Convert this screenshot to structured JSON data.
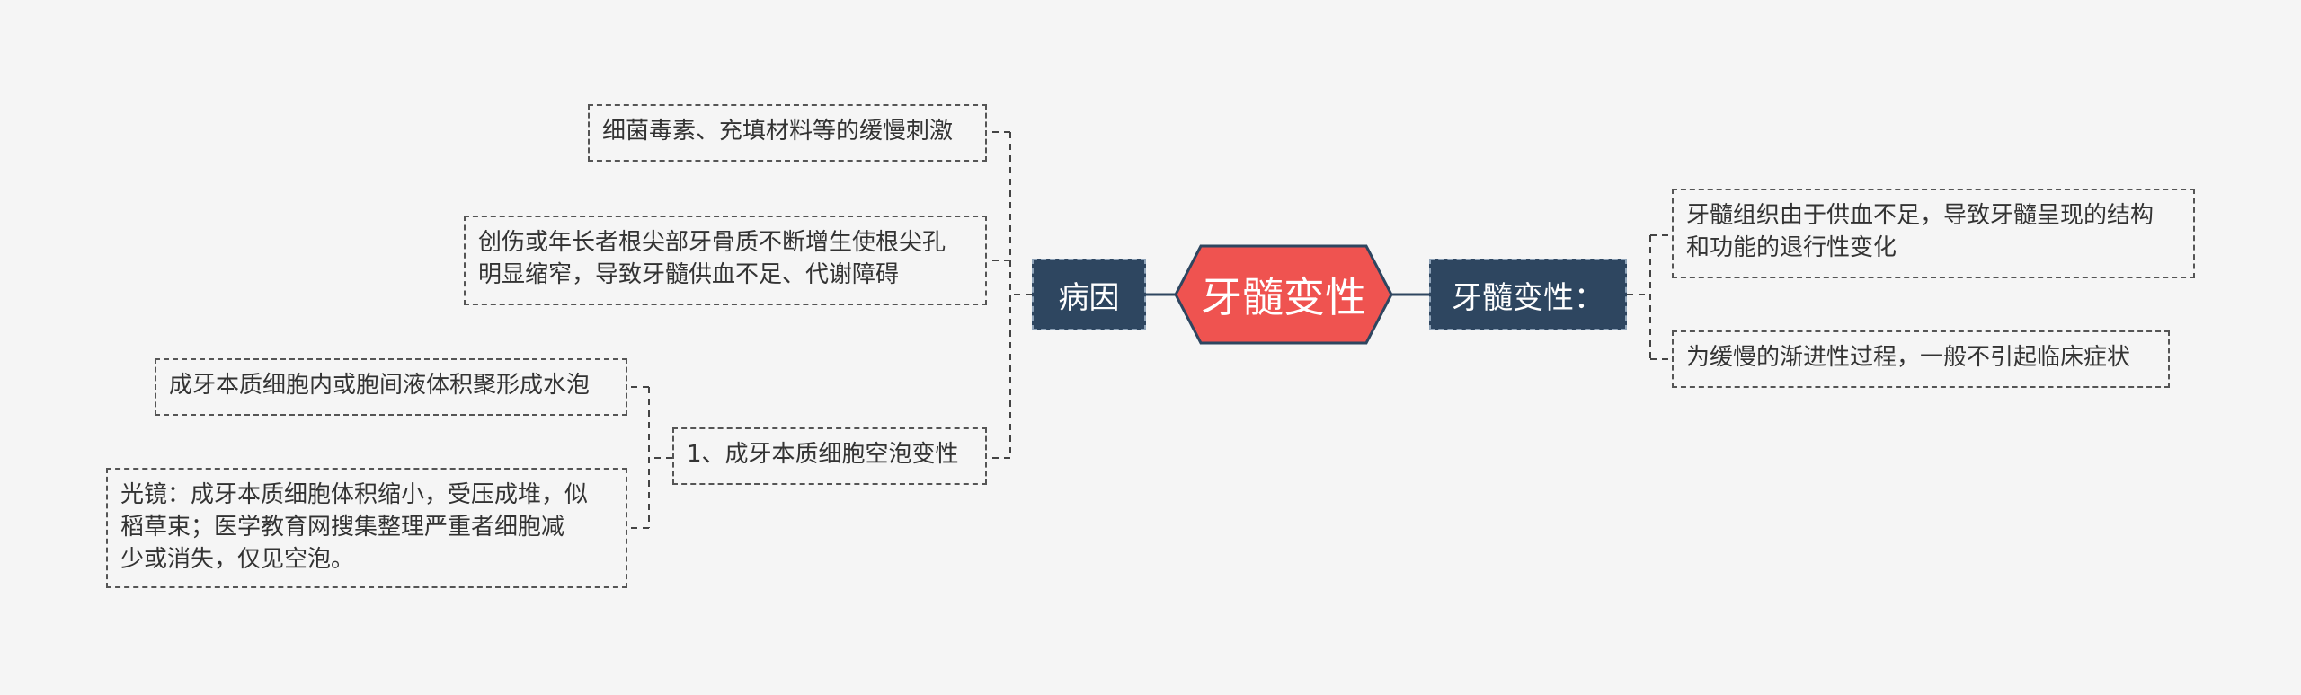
{
  "root": {
    "label": "牙髓变性"
  },
  "left": {
    "branch_label": "病因",
    "leaves": [
      "细菌毒素、充填材料等的缓慢刺激",
      [
        "创伤或年长者根尖部牙骨质不断增生使根尖孔",
        "明显缩窄，导致牙髓供血不足、代谢障碍"
      ]
    ],
    "sub_branch": {
      "label": "1、成牙本质细胞空泡变性",
      "leaves": [
        "成牙本质细胞内或胞间液体积聚形成水泡",
        [
          "光镜：成牙本质细胞体积缩小，受压成堆，似",
          "稻草束；医学教育网搜集整理严重者细胞减",
          "少或消失，仅见空泡。"
        ]
      ]
    }
  },
  "right": {
    "branch_label": "牙髓变性：",
    "leaves": [
      [
        "牙髓组织由于供血不足，导致牙髓呈现的结构",
        "和功能的退行性变化"
      ],
      "为缓慢的渐进性过程，一般不引起临床症状"
    ]
  },
  "colors": {
    "background": "#f5f5f5",
    "root_fill": "#ef5350",
    "root_border": "#2e4660",
    "branch_fill": "#2e4660",
    "connector": "#2e4660",
    "leaf_border": "#555555",
    "text": "#333333"
  }
}
